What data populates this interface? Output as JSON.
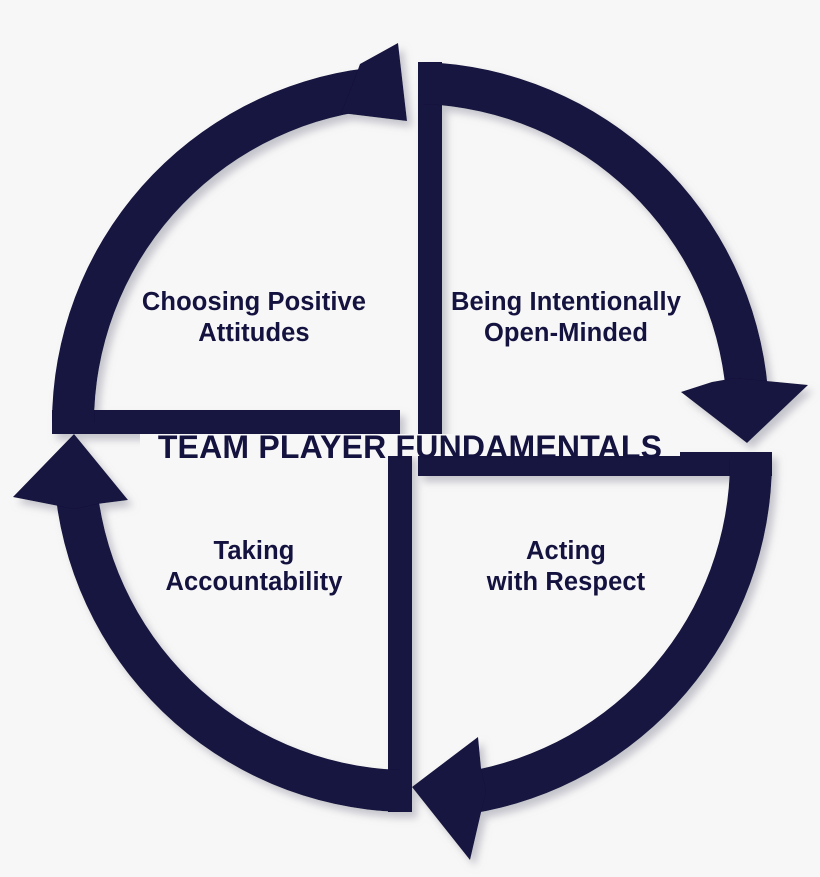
{
  "diagram": {
    "title": "TEAM PLAYER FUNDAMENTALS",
    "type": "circular-cycle",
    "direction": "clockwise",
    "colors": {
      "arrow": "#14123f",
      "text": "#14123f",
      "background": "#f7f7f7",
      "quadrant_fill": "#ffffff",
      "shadow": "#b9b9c2"
    },
    "quadrants": [
      {
        "id": "choosing-positive-attitudes",
        "position": "top-left",
        "label": "Choosing Positive\nAttitudes",
        "arrow_head": "up-right",
        "order": 1
      },
      {
        "id": "being-intentionally-open-minded",
        "position": "top-right",
        "label": "Being Intentionally\nOpen-Minded",
        "arrow_head": "down-right",
        "order": 2
      },
      {
        "id": "taking-accountability",
        "position": "bottom-left",
        "label": "Taking\nAccountability",
        "arrow_head": "up-left",
        "order": 4
      },
      {
        "id": "acting-with-respect",
        "position": "bottom-right",
        "label": "Acting\nwith Respect",
        "arrow_head": "down-left",
        "order": 3
      }
    ]
  }
}
